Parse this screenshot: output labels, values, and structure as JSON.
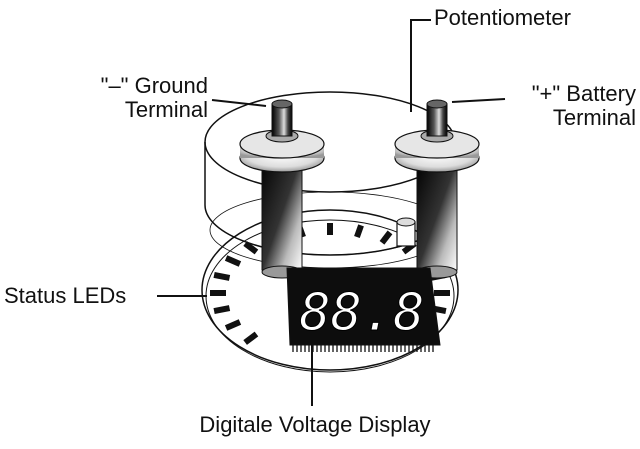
{
  "labels": {
    "potentiometer": "Potentiometer",
    "ground_line1": "\"–\" Ground",
    "ground_line2": "Terminal",
    "battery_line1": "\"+\" Battery",
    "battery_line2": "Terminal",
    "status_leds": "Status LEDs",
    "display": "Digitale Voltage Display"
  },
  "display_readout": "88.8",
  "led_count": 24,
  "colors": {
    "ink": "#111111",
    "display_bg": "#0d0d0d",
    "segment": "#ffffff",
    "metal_light": "#e6e6e6",
    "metal_dark": "#222222"
  }
}
